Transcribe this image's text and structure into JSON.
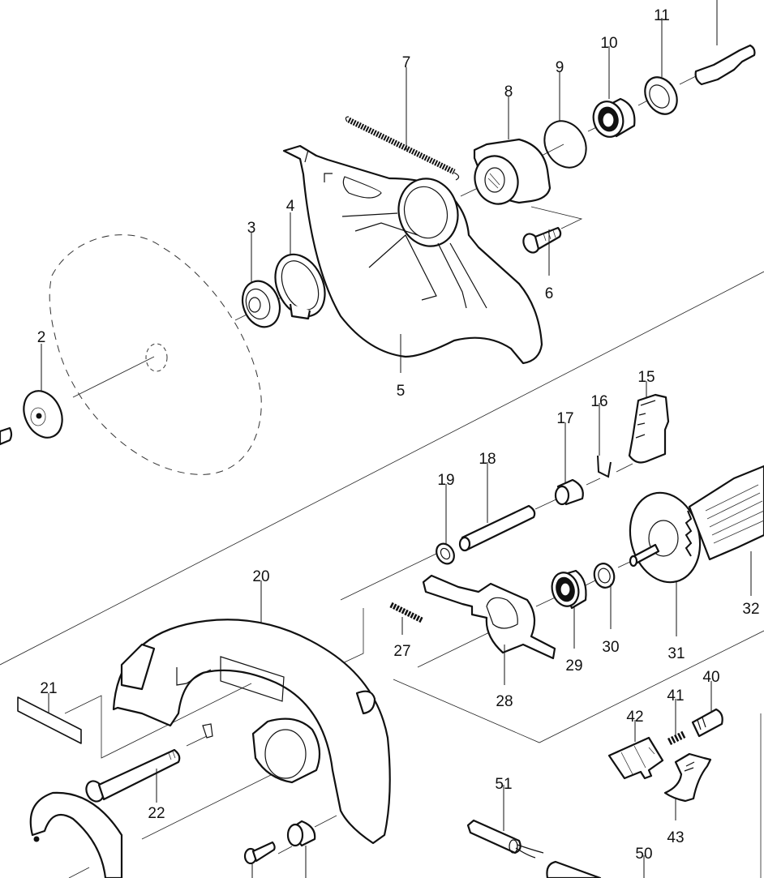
{
  "diagram": {
    "type": "exploded-parts-view",
    "colors": {
      "ink": "#111111",
      "background": "#ffffff"
    },
    "labels": [
      {
        "id": "2",
        "text": "2"
      },
      {
        "id": "3",
        "text": "3"
      },
      {
        "id": "4",
        "text": "4"
      },
      {
        "id": "5",
        "text": "5"
      },
      {
        "id": "6",
        "text": "6"
      },
      {
        "id": "7",
        "text": "7"
      },
      {
        "id": "8",
        "text": "8"
      },
      {
        "id": "9",
        "text": "9"
      },
      {
        "id": "10",
        "text": "10"
      },
      {
        "id": "11",
        "text": "11"
      },
      {
        "id": "15",
        "text": "15"
      },
      {
        "id": "16",
        "text": "16"
      },
      {
        "id": "17",
        "text": "17"
      },
      {
        "id": "18",
        "text": "18"
      },
      {
        "id": "19",
        "text": "19"
      },
      {
        "id": "20",
        "text": "20"
      },
      {
        "id": "21",
        "text": "21"
      },
      {
        "id": "22",
        "text": "22"
      },
      {
        "id": "27",
        "text": "27"
      },
      {
        "id": "28",
        "text": "28"
      },
      {
        "id": "29",
        "text": "29"
      },
      {
        "id": "30",
        "text": "30"
      },
      {
        "id": "31",
        "text": "31"
      },
      {
        "id": "32",
        "text": "32"
      },
      {
        "id": "40",
        "text": "40"
      },
      {
        "id": "41",
        "text": "41"
      },
      {
        "id": "42",
        "text": "42"
      },
      {
        "id": "43",
        "text": "43"
      },
      {
        "id": "50",
        "text": "50"
      },
      {
        "id": "51",
        "text": "51"
      }
    ],
    "parts": [
      {
        "id": "2",
        "kind": "outer-flange"
      },
      {
        "id": "3",
        "kind": "inner-flange"
      },
      {
        "id": "4",
        "kind": "retaining-ring"
      },
      {
        "id": "5",
        "kind": "safety-cover-bracket"
      },
      {
        "id": "6",
        "kind": "screw"
      },
      {
        "id": "7",
        "kind": "tension-spring"
      },
      {
        "id": "8",
        "kind": "bearing-box"
      },
      {
        "id": "9",
        "kind": "o-ring"
      },
      {
        "id": "10",
        "kind": "ball-bearing"
      },
      {
        "id": "11",
        "kind": "ring"
      },
      {
        "id": "15",
        "kind": "lever"
      },
      {
        "id": "16",
        "kind": "pin"
      },
      {
        "id": "17",
        "kind": "sleeve"
      },
      {
        "id": "18",
        "kind": "shaft"
      },
      {
        "id": "19",
        "kind": "washer"
      },
      {
        "id": "20",
        "kind": "blade-case"
      },
      {
        "id": "21",
        "kind": "label"
      },
      {
        "id": "22",
        "kind": "bolt"
      },
      {
        "id": "27",
        "kind": "compression-spring"
      },
      {
        "id": "28",
        "kind": "shaft-lock-plate"
      },
      {
        "id": "29",
        "kind": "ball-bearing"
      },
      {
        "id": "30",
        "kind": "insulation-washer"
      },
      {
        "id": "31",
        "kind": "fan"
      },
      {
        "id": "32",
        "kind": "armature"
      },
      {
        "id": "40",
        "kind": "lock-button"
      },
      {
        "id": "41",
        "kind": "compression-spring"
      },
      {
        "id": "42",
        "kind": "switch"
      },
      {
        "id": "43",
        "kind": "switch-trigger"
      },
      {
        "id": "50",
        "kind": "cord-guard"
      },
      {
        "id": "51",
        "kind": "noise-suppressor"
      }
    ]
  }
}
